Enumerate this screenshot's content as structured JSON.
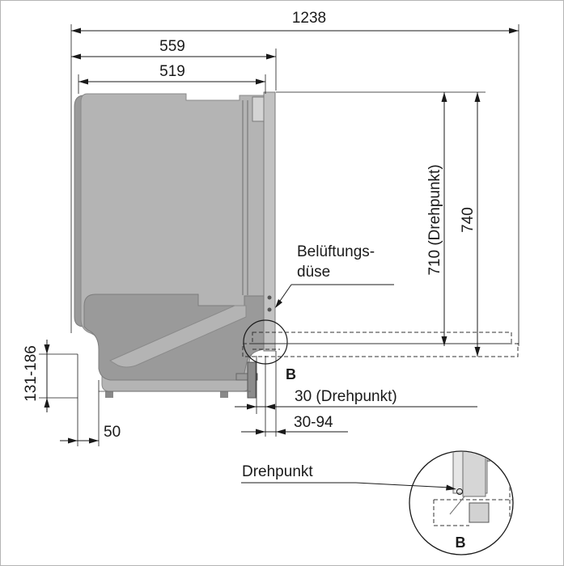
{
  "labels": {
    "overall_width": "1238",
    "width_559": "559",
    "width_519": "519",
    "height_pivot": "710 (Drehpunkt)",
    "height_740": "740",
    "vent_line1": "Belüftungs-",
    "vent_line2": "düse",
    "detail_marker": "B",
    "pivot_offset": "30 (Drehpunkt)",
    "range_30_94": "30-94",
    "foot_range": "131-186",
    "offset_50": "50",
    "pivot_label": "Drehpunkt",
    "detail_caption": "B"
  },
  "colors": {
    "appliance_body": "#b4b4b4",
    "appliance_dark": "#9a9a9a",
    "lines": "#1a1a1a"
  }
}
